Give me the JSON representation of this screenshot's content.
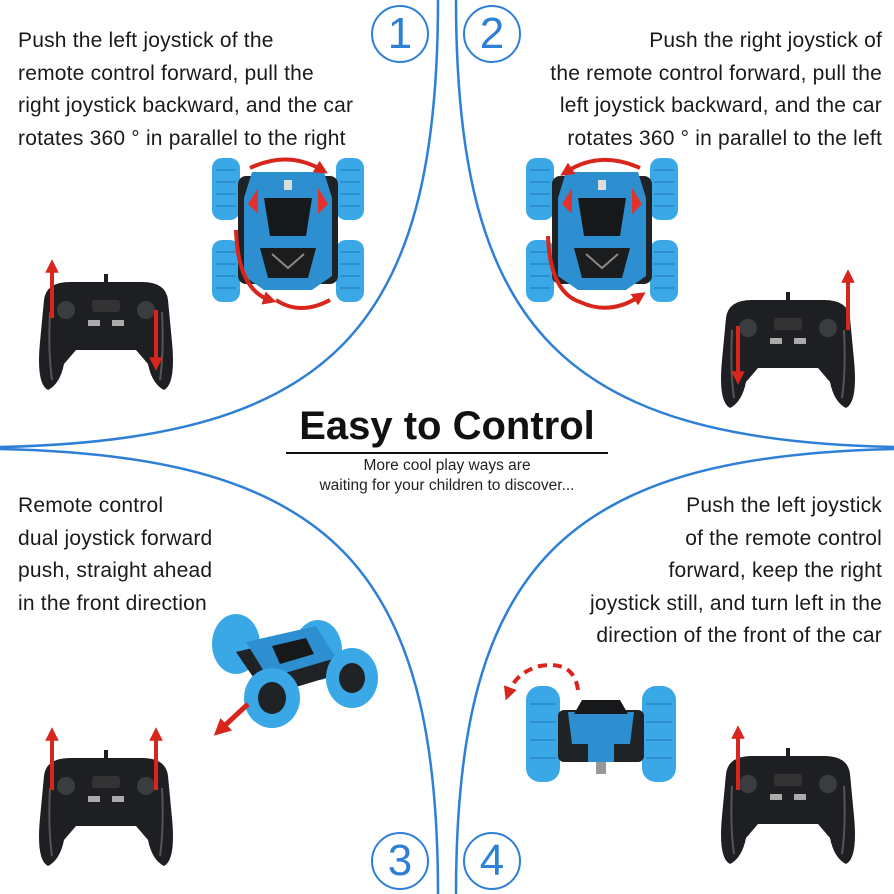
{
  "header": {
    "title": "Easy to Control",
    "subtitle_lines": [
      "More cool play ways are",
      "waiting for your children to discover..."
    ]
  },
  "sections": [
    {
      "number": "1",
      "lines": [
        "Push the left joystick of the",
        "remote control forward, pull the",
        "right joystick backward, and the car",
        "rotates 360 ° in parallel to the right"
      ]
    },
    {
      "number": "2",
      "lines": [
        "Push the right joystick of",
        "the remote control forward, pull the",
        "left joystick backward, and the car",
        "rotates 360 ° in parallel to the left"
      ]
    },
    {
      "number": "3",
      "lines": [
        "Remote control",
        "dual joystick forward",
        "push, straight ahead",
        "in the front direction"
      ]
    },
    {
      "number": "4",
      "lines": [
        "Push the left joystick",
        "of the remote control",
        "forward, keep the right",
        "joystick still, and turn left in the",
        "direction of the front of the car"
      ]
    }
  ],
  "colors": {
    "divider": "#2e7fd6",
    "arrow": "#d8261c",
    "car_blue": "#3aa8e6",
    "controller": "#1d1f22"
  }
}
